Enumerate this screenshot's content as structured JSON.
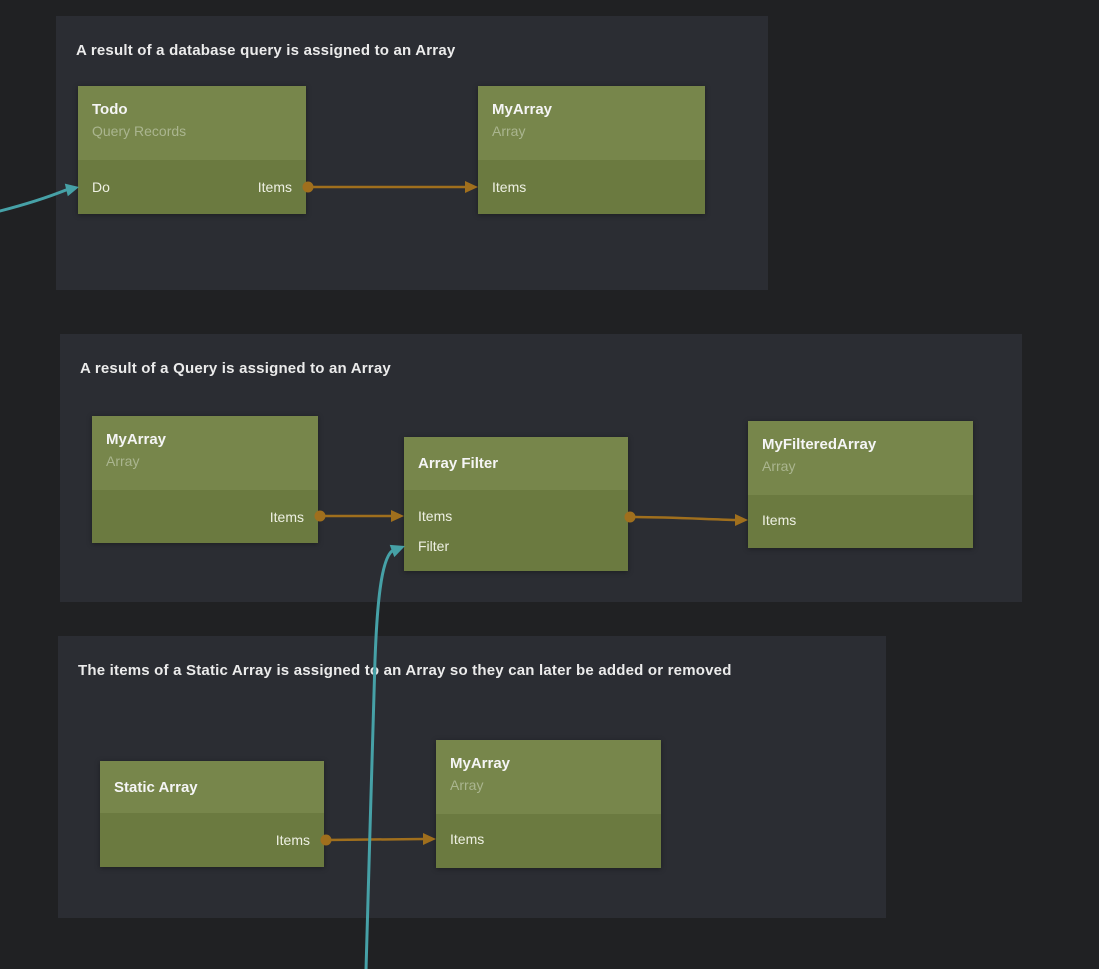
{
  "colors": {
    "page_bg": "#202123",
    "panel_bg": "#2b2d33",
    "node_header": "#77864b",
    "node_body": "#6b7a40",
    "panel_title": "#ebebeb",
    "node_title": "#f5f5f5",
    "node_subtitle": "#aab58f",
    "port_label": "#eef0e3",
    "wire_orange": "#a06f1d",
    "wire_teal": "#46a1a7"
  },
  "panels": [
    {
      "title": "A result of a database query is assigned to an Array"
    },
    {
      "title": "A result of a Query is assigned to an Array"
    },
    {
      "title": "The items of a Static Array is assigned to an Array so they can later be added or removed"
    }
  ],
  "nodes": {
    "todo_query": {
      "title": "Todo",
      "subtitle": "Query Records",
      "port_do": "Do",
      "port_items": "Items"
    },
    "myarray_1": {
      "title": "MyArray",
      "subtitle": "Array",
      "port_items": "Items"
    },
    "myarray_2": {
      "title": "MyArray",
      "subtitle": "Array",
      "port_items": "Items"
    },
    "array_filter": {
      "title": "Array Filter",
      "port_items": "Items",
      "port_filter": "Filter"
    },
    "myfiltered": {
      "title": "MyFilteredArray",
      "subtitle": "Array",
      "port_items": "Items"
    },
    "static_array": {
      "title": "Static Array",
      "port_items": "Items"
    },
    "myarray_3": {
      "title": "MyArray",
      "subtitle": "Array",
      "port_items": "Items"
    }
  }
}
